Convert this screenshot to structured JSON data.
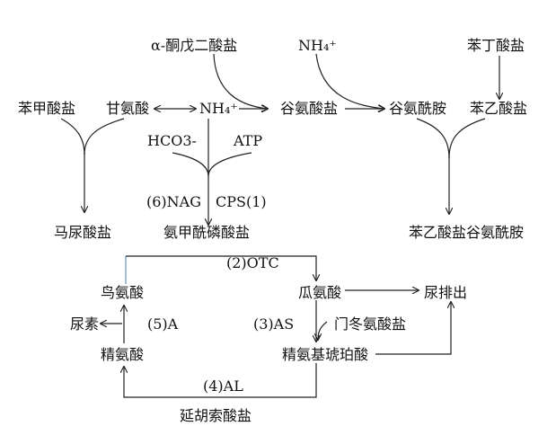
{
  "nodes": {
    "akg": "α-酮戊二酸盐",
    "nh4_top": "NH₄⁺",
    "phenylbutyrate": "苯丁酸盐",
    "benzoate": "苯甲酸盐",
    "glycine": "甘氨酸",
    "nh4_mid": "NH₄⁺",
    "glutamate": "谷氨酸盐",
    "glutamine": "谷氨酰胺",
    "phenylacetate": "苯乙酸盐",
    "hco3": "HCO3-",
    "atp": "ATP",
    "nag": "(6)NAG",
    "cps": "CPS(1)",
    "hippurate": "马尿酸盐",
    "carbamoyl_phosphate": "氨甲酰磷酸盐",
    "phenylacetylglutamine": "苯乙酸盐谷氨酰胺",
    "otc": "(2)OTC",
    "ornithine": "鸟氨酸",
    "citrulline": "瓜氨酸",
    "urinary_excretion": "尿排出",
    "urea": "尿素",
    "arg_a": "(5)A",
    "as": "(3)AS",
    "aspartate": "门冬氨酸盐",
    "arginine": "精氨酸",
    "argininosuccinate": "精氨基琥珀酸",
    "al": "(4)AL",
    "fumarate": "延胡索酸盐"
  }
}
